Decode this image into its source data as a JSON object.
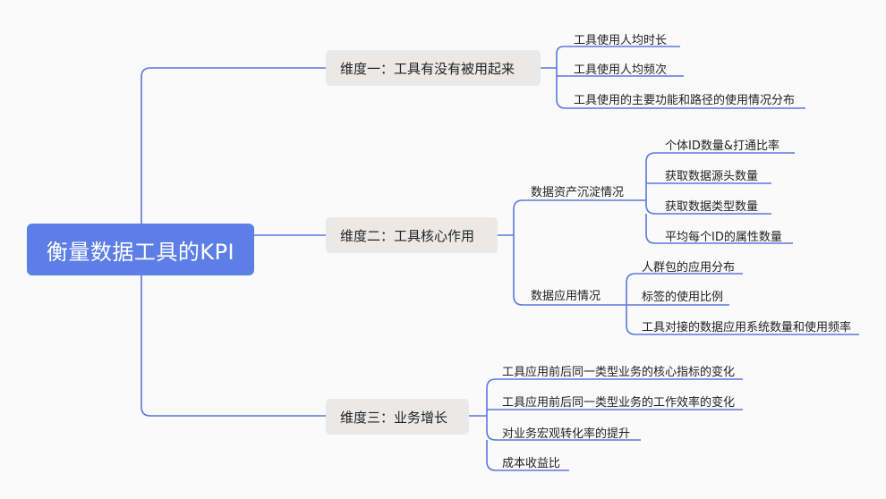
{
  "root": {
    "label": "衡量数据工具的KPI"
  },
  "dimensions": [
    {
      "label": "维度一：工具有没有被用起来",
      "items": [
        "工具使用人均时长",
        "工具使用人均频次",
        "工具使用的主要功能和路径的使用情况分布"
      ]
    },
    {
      "label": "维度二：工具核心作用",
      "groups": [
        {
          "label": "数据资产沉淀情况",
          "items": [
            "个体ID数量&打通比率",
            "获取数据源头数量",
            "获取数据类型数量",
            "平均每个ID的属性数量"
          ]
        },
        {
          "label": "数据应用情况",
          "items": [
            "人群包的应用分布",
            "标签的使用比例",
            "工具对接的数据应用系统数量和使用频率"
          ]
        }
      ]
    },
    {
      "label": "维度三：业务增长",
      "items": [
        "工具应用前后同一类型业务的核心指标的变化",
        "工具应用前后同一类型业务的工作效率的变化",
        "对业务宏观转化率的提升",
        "成本收益比"
      ]
    }
  ],
  "colors": {
    "line": "#5b78db",
    "root_bg": "#5c7ee6",
    "node_bg": "#ebe9e8"
  }
}
